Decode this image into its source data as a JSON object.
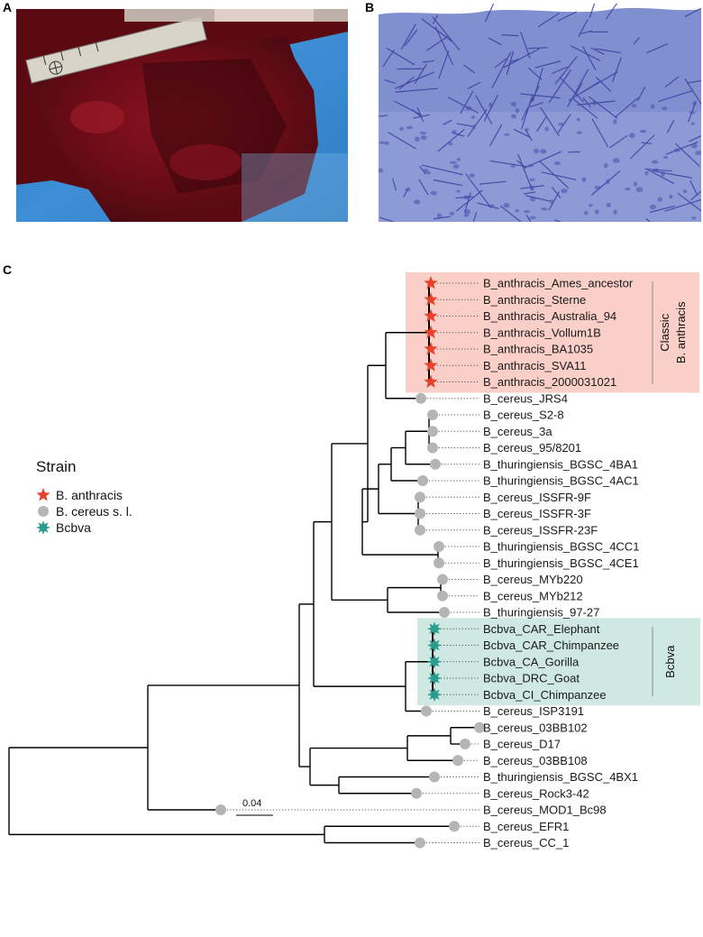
{
  "panels": {
    "a": "A",
    "b": "B",
    "c": "C"
  },
  "colors": {
    "anthracis": "#e8402a",
    "cereus": "#b5b5b5",
    "bcbva": "#2a9d8f",
    "anthracis_bg": "#f9cfc8",
    "bcbva_bg": "#cfe8e2",
    "branch": "#000000"
  },
  "legend": {
    "title": "Strain",
    "items": [
      {
        "label": "B. anthracis",
        "marker": "star",
        "key": "anthracis"
      },
      {
        "label": "B. cereus s. l.",
        "marker": "circle",
        "key": "cereus"
      },
      {
        "label": "Bcbva",
        "marker": "star8",
        "key": "bcbva"
      }
    ]
  },
  "groups": {
    "classic": {
      "line1": "Classic",
      "line2": "B. anthracis"
    },
    "bcbva": "Bcbva"
  },
  "scale_bar": "0.04",
  "tree": {
    "leaves": [
      {
        "name": "B_anthracis_Ames_ancestor",
        "type": "anthracis"
      },
      {
        "name": "B_anthracis_Sterne",
        "type": "anthracis"
      },
      {
        "name": "B_anthracis_Australia_94",
        "type": "anthracis"
      },
      {
        "name": "B_anthracis_Vollum1B",
        "type": "anthracis"
      },
      {
        "name": "B_anthracis_BA1035",
        "type": "anthracis"
      },
      {
        "name": "B_anthracis_SVA11",
        "type": "anthracis"
      },
      {
        "name": "B_anthracis_2000031021",
        "type": "anthracis"
      },
      {
        "name": "B_cereus_JRS4",
        "type": "cereus"
      },
      {
        "name": "B_cereus_S2-8",
        "type": "cereus"
      },
      {
        "name": "B_cereus_3a",
        "type": "cereus"
      },
      {
        "name": "B_cereus_95/8201",
        "type": "cereus"
      },
      {
        "name": "B_thuringiensis_BGSC_4BA1",
        "type": "cereus"
      },
      {
        "name": "B_thuringiensis_BGSC_4AC1",
        "type": "cereus"
      },
      {
        "name": "B_cereus_ISSFR-9F",
        "type": "cereus"
      },
      {
        "name": "B_cereus_ISSFR-3F",
        "type": "cereus"
      },
      {
        "name": "B_cereus_ISSFR-23F",
        "type": "cereus"
      },
      {
        "name": "B_thuringiensis_BGSC_4CC1",
        "type": "cereus"
      },
      {
        "name": "B_thuringiensis_BGSC_4CE1",
        "type": "cereus"
      },
      {
        "name": "B_cereus_MYb220",
        "type": "cereus"
      },
      {
        "name": "B_cereus_MYb212",
        "type": "cereus"
      },
      {
        "name": "B_thuringiensis_97-27",
        "type": "cereus"
      },
      {
        "name": "Bcbva_CAR_Elephant",
        "type": "bcbva"
      },
      {
        "name": "Bcbva_CAR_Chimpanzee",
        "type": "bcbva"
      },
      {
        "name": "Bcbva_CA_Gorilla",
        "type": "bcbva"
      },
      {
        "name": "Bcbva_DRC_Goat",
        "type": "bcbva"
      },
      {
        "name": "Bcbva_CI_Chimpanzee",
        "type": "bcbva"
      },
      {
        "name": "B_cereus_ISP3191",
        "type": "cereus"
      },
      {
        "name": "B_cereus_03BB102",
        "type": "cereus"
      },
      {
        "name": "B_cereus_D17",
        "type": "cereus"
      },
      {
        "name": "B_cereus_03BB108",
        "type": "cereus"
      },
      {
        "name": "B_thuringiensis_BGSC_4BX1",
        "type": "cereus"
      },
      {
        "name": "B_cereus_Rock3-42",
        "type": "cereus"
      },
      {
        "name": "B_cereus_MOD1_Bc98",
        "type": "cereus"
      },
      {
        "name": "B_cereus_EFR1",
        "type": "cereus"
      },
      {
        "name": "B_cereus_CC_1",
        "type": "cereus"
      }
    ]
  }
}
